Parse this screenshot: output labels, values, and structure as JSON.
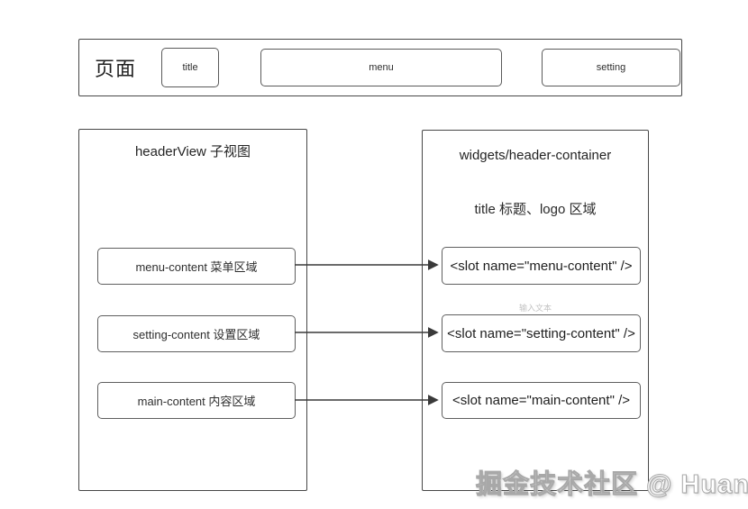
{
  "page_box": {
    "label": "页面",
    "items": [
      {
        "label": "title"
      },
      {
        "label": "menu"
      },
      {
        "label": "setting"
      }
    ]
  },
  "left_panel": {
    "title": "headerView 子视图",
    "items": [
      {
        "label": "menu-content 菜单区域"
      },
      {
        "label": "setting-content 设置区域"
      },
      {
        "label": "main-content 内容区域"
      }
    ]
  },
  "right_panel": {
    "title": "widgets/header-container",
    "subtitle": "title 标题、logo 区域",
    "placeholder_hint": "输入文本",
    "items": [
      {
        "label": "<slot name=\"menu-content\" />"
      },
      {
        "label": "<slot name=\"setting-content\" />"
      },
      {
        "label": "<slot name=\"main-content\" />"
      }
    ]
  },
  "watermark": "掘金技术社区 @ Huang_",
  "colors": {
    "background": "#ffffff",
    "panel_border": "#474747",
    "node_border": "#5f5f5f",
    "text": "#2e2e2e",
    "placeholder": "#c3c3c3",
    "arrow": "#3a3a3a",
    "watermark_fill": "#ffffff",
    "watermark_stroke": "#a8a8a8"
  }
}
